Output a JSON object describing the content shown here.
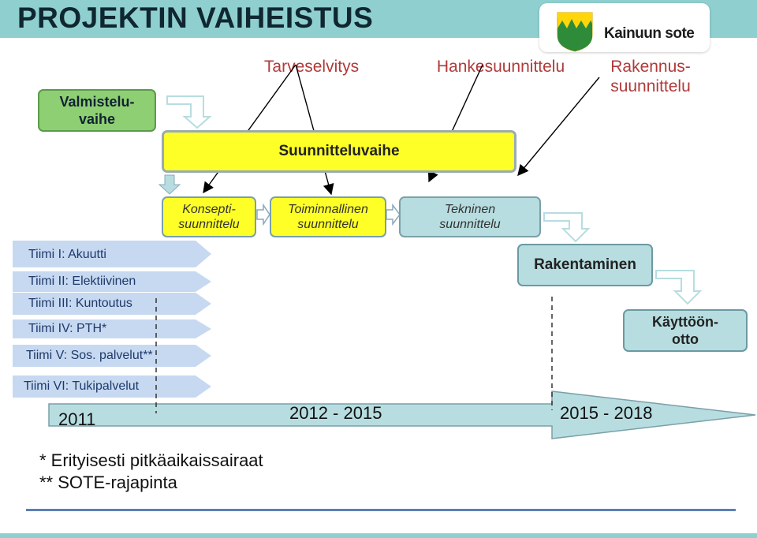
{
  "header": {
    "title": "PROJEKTIN VAIHEISTUS",
    "logo_text": "Kainuun sote"
  },
  "phases": {
    "tarveselvitys": "Tarveselvitys",
    "hankesuunnittelu": "Hankesuunnittelu",
    "rakennussuunnittelu_line1": "Rakennus-",
    "rakennussuunnittelu_line2": "suunnittelu"
  },
  "stages": {
    "valmistelu_line1": "Valmistelu-",
    "valmistelu_line2": "vaihe",
    "suunnitteluvaihe": "Suunnitteluvaihe",
    "konsepti_line1": "Konsepti-",
    "konsepti_line2": "suunnittelu",
    "toiminnallinen_line1": "Toiminnallinen",
    "toiminnallinen_line2": "suunnittelu",
    "tekninen_line1": "Tekninen",
    "tekninen_line2": "suunnittelu",
    "rakentaminen": "Rakentaminen",
    "kayttoonotto_line1": "Käyttöön-",
    "kayttoonotto_line2": "otto"
  },
  "teams": [
    "Tiimi I: Akuutti",
    "Tiimi II: Elektiivinen",
    "Tiimi III: Kuntoutus",
    "Tiimi IV: PTH*",
    "Tiimi V: Sos. palvelut**",
    "Tiimi VI: Tukipalvelut"
  ],
  "timeline": {
    "start": "2011",
    "middle": "2012 - 2015",
    "end": "2015 - 2018"
  },
  "notes": [
    "*  Erityisesti pitkäaikaissairaat",
    "** SOTE-rajapinta"
  ],
  "colors": {
    "header_band": "#8fcfcf",
    "phase_text": "#b13a3a",
    "yellow": "#ffff28",
    "light_blue": "#b7dde0",
    "green": "#8fcf74",
    "team_arrow": "#c6d9f1",
    "timeline_arrow": "#b7dde0"
  }
}
